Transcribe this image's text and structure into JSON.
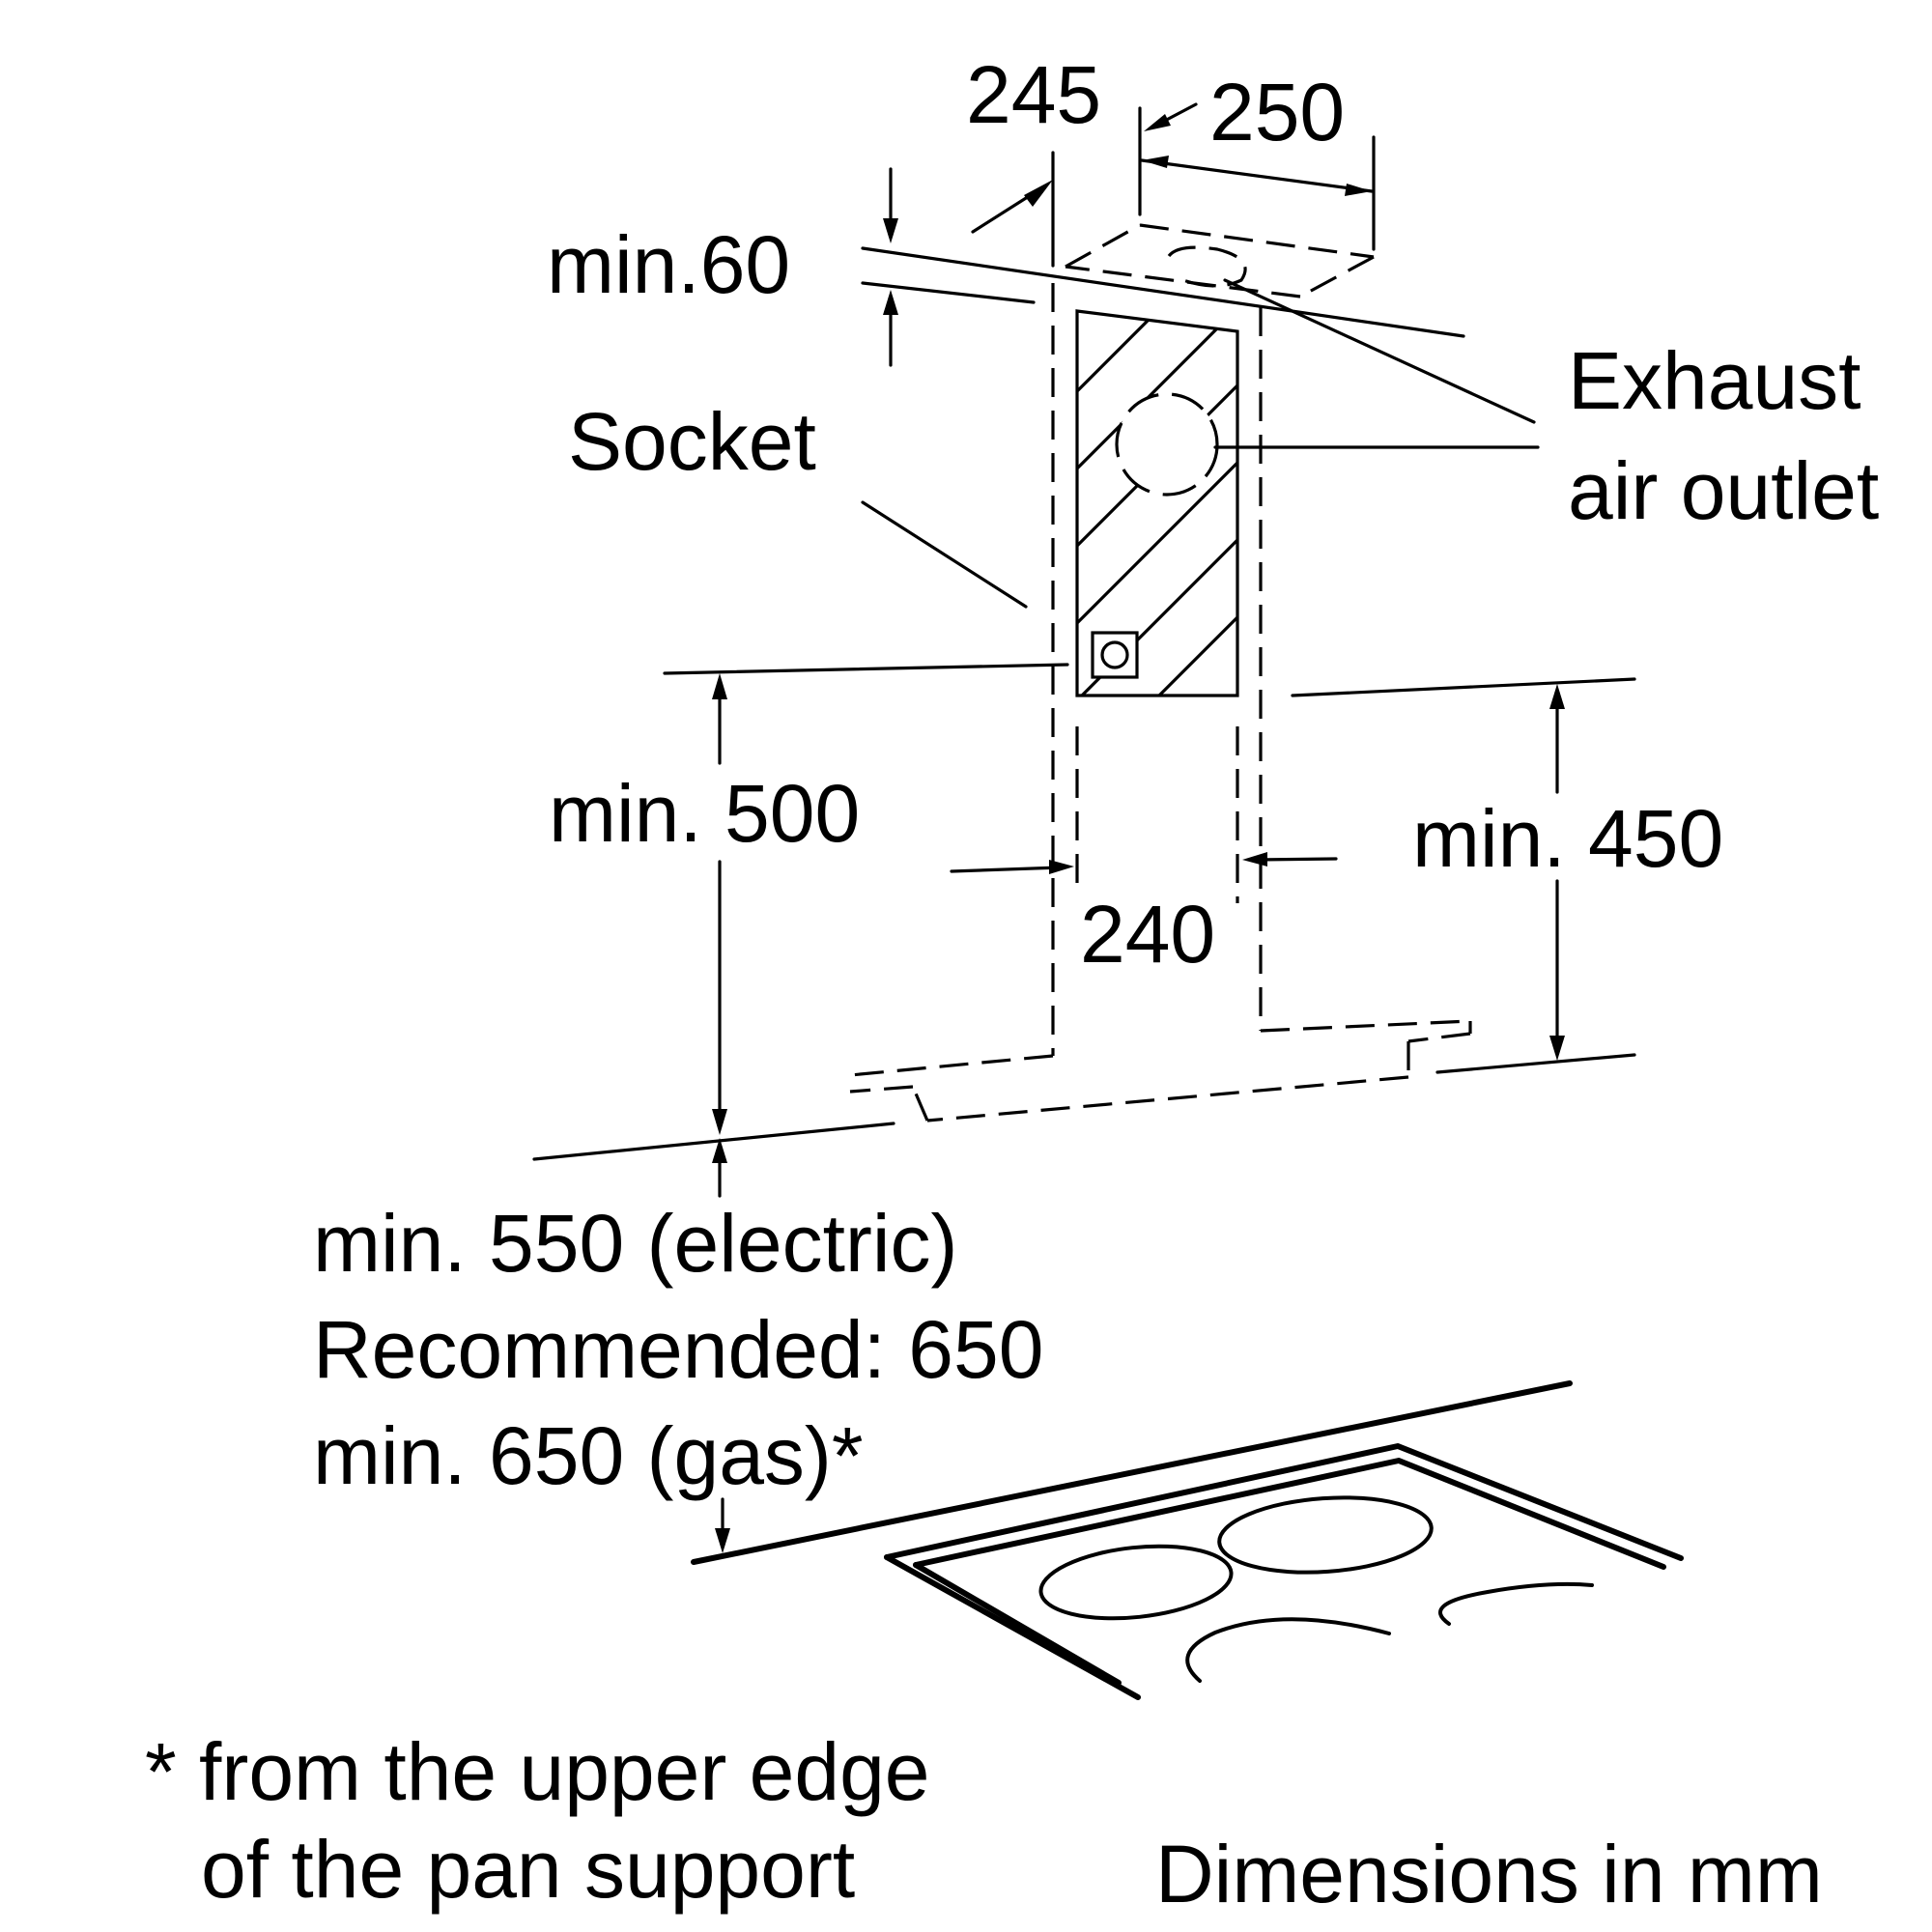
{
  "diagram": {
    "dimensions": {
      "depth_top": "245",
      "width_top": "250",
      "ceiling_gap": "min.60",
      "socket_height": "min. 500",
      "duct_width": "240",
      "outlet_clearance": "min. 450"
    },
    "labels": {
      "socket": "Socket",
      "exhaust_line1": "Exhaust",
      "exhaust_line2": "air outlet"
    },
    "hob_distance": {
      "line1": "min. 550 (electric)",
      "line2": "Recommended: 650",
      "line3": "min. 650 (gas)*"
    },
    "footnote": {
      "line1": "* from the upper edge",
      "line2": "of the pan support"
    },
    "units_note": "Dimensions in mm"
  },
  "colors": {
    "ink": "#000000",
    "background": "#ffffff"
  }
}
